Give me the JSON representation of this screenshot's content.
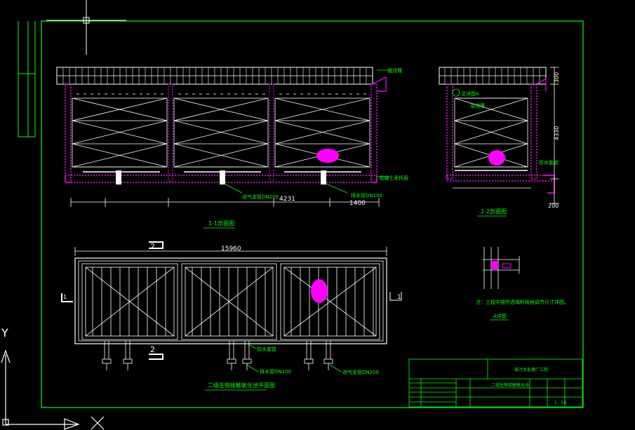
{
  "colors": {
    "background": "#000000",
    "frame": "#00ff00",
    "line": "#ffffff",
    "wall": "#ff00ff",
    "dimension": "#ffffff",
    "text_label": "#00ff00",
    "title_label": "#00ff00"
  },
  "section_1_1": {
    "label_top_right": "溢流堰",
    "label_bottom_right": "混凝土承托层",
    "label_pipe_air": "进气支管DN200",
    "label_pipe_drain": "排水管DN100",
    "dim_main": "4231",
    "dim_sub": "1400",
    "caption": "1-1剖面图"
  },
  "section_2_2": {
    "dim_top": "300",
    "dim_height": "4330",
    "dim_bottom": "200",
    "label_detail_ref": "见详图A",
    "label_weir": "溢流堰",
    "label_drain": "防水套管",
    "caption": "2-2剖面图"
  },
  "plan": {
    "dim_total": "15960",
    "section_mark_top": "2",
    "section_mark_bottom": "2",
    "section_mark_left": "1",
    "section_mark_right": "1",
    "label_sleeve": "防水套管",
    "label_drain": "排水管DN100",
    "label_air": "进气支管DN200",
    "caption": "二级生物接触氧化池平面图"
  },
  "detail_a": {
    "note": "注：工程中按所选填料规格调节尺寸详图。",
    "caption": "A详图"
  },
  "title_block": {
    "project": "某污水处理厂工程",
    "drawing_name": "二级生物接触氧化池",
    "scale": "1 : 50"
  },
  "ucs": {
    "y_label": "Y",
    "x_label": "X"
  }
}
